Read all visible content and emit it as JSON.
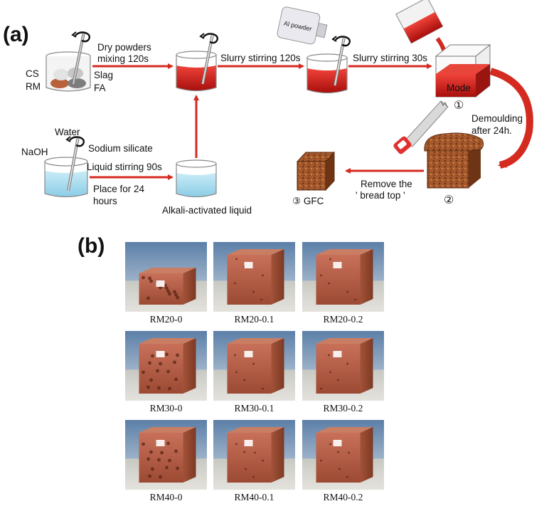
{
  "panel_a": {
    "label": "(a)",
    "dry_powders": {
      "cs": "CS",
      "rm": "RM",
      "slag": "Slag",
      "fa": "FA"
    },
    "steps": {
      "dry_mixing_line1": "Dry powders",
      "dry_mixing_line2": "mixing 120s",
      "slurry_stir_120": "Slurry stirring 120s",
      "al_powder": "Al powder",
      "slurry_stir_30": "Slurry stirring 30s",
      "mode": "Mode",
      "num1": "①",
      "demould_line1": "Demoulding",
      "demould_line2": "after 24h.",
      "num2": "②",
      "remove_line1": "Remove the",
      "remove_line2": "' bread top '",
      "gfc": "③ GFC"
    },
    "liquid": {
      "water": "Water",
      "naoh": "NaOH",
      "sodium_silicate": "Sodium silicate",
      "stir_90": "Liquid stirring 90s",
      "place_line1": "Place for 24",
      "place_line2": "hours",
      "activated": "Alkali-activated liquid"
    }
  },
  "panel_b": {
    "label": "(b)",
    "samples": [
      [
        "RM20-0",
        "RM20-0.1",
        "RM20-0.2"
      ],
      [
        "RM30-0",
        "RM30-0.1",
        "RM30-0.2"
      ],
      [
        "RM40-0",
        "RM40-0.1",
        "RM40-0.2"
      ]
    ]
  },
  "colors": {
    "arrow_red": "#d42a1f",
    "slurry_red": "#c41a16",
    "liquid_blue": "#a9dcef",
    "brick": "#b25a3a",
    "photo_bg": "#6f8fb2"
  }
}
